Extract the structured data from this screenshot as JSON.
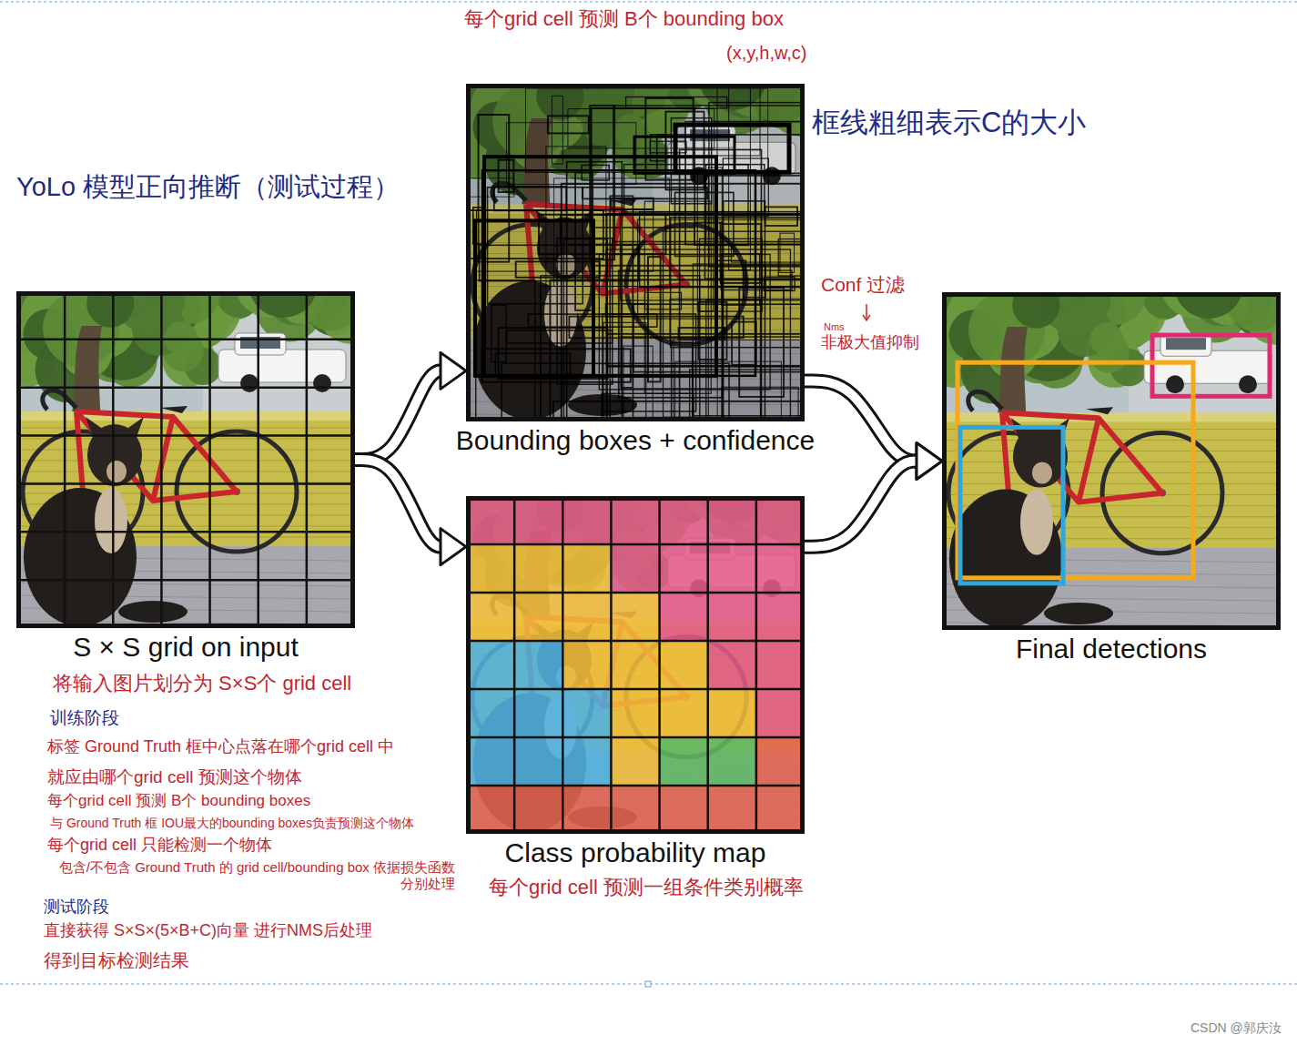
{
  "diagram": {
    "title": "YoLo 模型正向推断（测试过程）",
    "nodes": [
      {
        "text": [
          "S × S grid on input"
        ]
      },
      {
        "text": [
          "Bounding boxes + confidence"
        ]
      },
      {
        "text": [
          "Class probability map"
        ]
      },
      {
        "text": [
          "Final detections"
        ]
      }
    ],
    "edges": [
      {
        "from": 0,
        "to": 1,
        "arrow": "to"
      },
      {
        "from": 0,
        "to": 2,
        "arrow": "to"
      },
      {
        "from": 1,
        "to": 3,
        "arrow": "to"
      },
      {
        "from": 2,
        "to": 3,
        "arrow": "to"
      }
    ],
    "labels": [
      "每个grid cell 预测 B个 bounding box",
      "(x,y,h,w,c)",
      "框线粗细表示C的大小",
      "Conf 过滤",
      "Nms",
      "非极大值抑制",
      "将输入图片划分为 S×S个 grid cell",
      "训练阶段",
      "标签 Ground Truth 框中心点落在哪个grid cell 中",
      "就应由哪个grid cell 预测这个物体",
      "每个grid cell 预测 B个 bounding boxes",
      "与 Ground Truth 框 IOU最大的bounding boxes负责预测这个物体",
      "每个grid cell 只能检测一个物体",
      "包含/不包含 Ground Truth 的 grid cell/bounding box 依据损失函数 分别处理",
      "测试阶段",
      "直接获得 S×S×(5×B+C)向量 进行NMS后处理",
      "得到目标检测结果",
      "每个grid cell 预测一组条件类别概率",
      "CSDN @郭庆汝"
    ]
  }
}
